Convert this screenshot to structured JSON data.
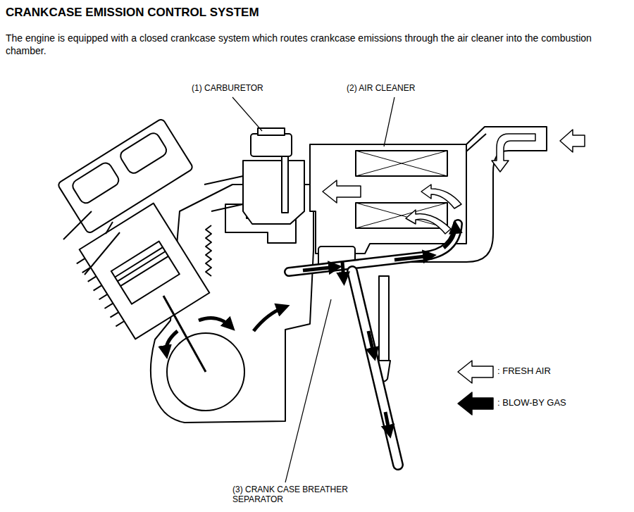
{
  "diagram": {
    "title": "CRANKCASE EMISSION CONTROL SYSTEM",
    "labels": [
      "The engine is equipped with a closed crankcase system which routes crankcase emissions through the air cleaner into the combustion chamber.",
      "(1) CARBURETOR",
      "(2) AIR CLEANER",
      "(3) CRANK CASE BREATHER SEPARATOR"
    ],
    "legend": [
      {
        "text": ": FRESH AIR"
      },
      {
        "text": ": BLOW-BY GAS"
      }
    ]
  }
}
